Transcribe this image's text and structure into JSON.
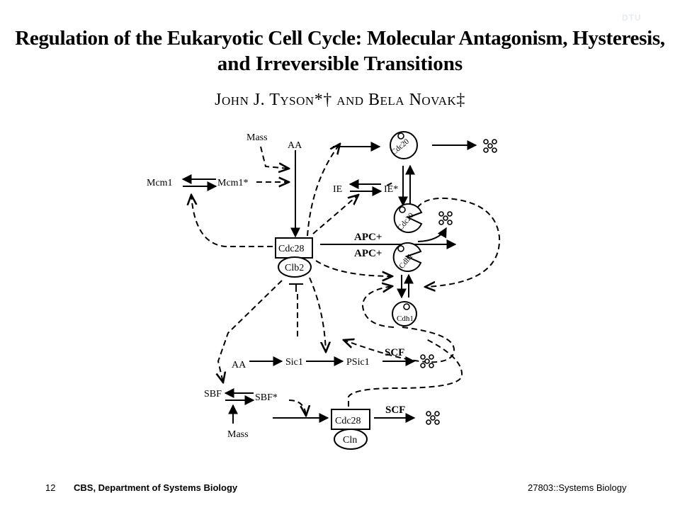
{
  "logo": "DTU",
  "title": {
    "line1": "Regulation of the Eukaryotic Cell Cycle: Molecular Antagonism, Hysteresis,",
    "line2": "and Irreversible Transitions"
  },
  "authors": "John J. Tyson*† and Bela Novak‡",
  "diagram": {
    "labels": {
      "mass_top": "Mass",
      "aa_top": "AA",
      "mcm1": "Mcm1",
      "mcm1_star": "Mcm1*",
      "ie": "IE",
      "ie_star": "IE*",
      "cdc28_top": "Cdc28",
      "clb2": "Clb2",
      "apc_plus_1": "APC+",
      "apc_plus_2": "APC+",
      "cdc20_top": "Cdc20",
      "cdc20_mid": "Cdc20",
      "cdh1_mid": "Cdh1",
      "cdh1_bot": "Cdh1",
      "aa_bottom": "AA",
      "sic1": "Sic1",
      "psic1": "PSic1",
      "scf_1": "SCF",
      "scf_2": "SCF",
      "sbf": "SBF",
      "sbf_star": "SBF*",
      "mass_bottom": "Mass",
      "cdc28_bottom": "Cdc28",
      "cln": "Cln"
    }
  },
  "footer": {
    "page_number": "12",
    "department": "CBS, Department of Systems Biology",
    "course": "27803::Systems Biology"
  }
}
